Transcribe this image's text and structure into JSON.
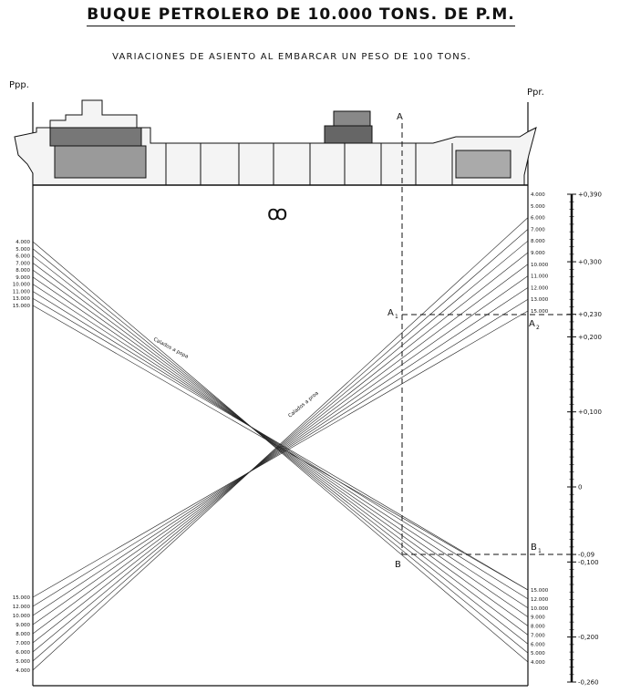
{
  "title": "BUQUE PETROLERO DE 10.000 TONS. DE P.M.",
  "subtitle": "VARIACIONES DE ASIENTO AL EMBARCAR UN PESO DE 100 TONS.",
  "perpendiculars": {
    "aft": "Ppp.",
    "fwd": "Ppr."
  },
  "points": {
    "A": "A",
    "A1": "A",
    "A1_sub": "1",
    "A2": "A",
    "A2_sub": "2",
    "B": "B",
    "B1": "B",
    "B1_sub": "1"
  },
  "line_labels": {
    "aft": "Calados a popa",
    "fwd": "Calados a proa"
  },
  "symbol": "ꝏ",
  "left_top_drafts": [
    "4.000",
    "5.000",
    "6.000",
    "7.000",
    "8.000",
    "9.000",
    "10.000",
    "11.000",
    "13.000",
    "15.000"
  ],
  "right_top_drafts": [
    "4.000",
    "5.000",
    "6.000",
    "7.000",
    "8.000",
    "9.000",
    "10.000",
    "11.000",
    "12.000",
    "13.000",
    "15.000"
  ],
  "left_bottom_drafts": [
    "15.000",
    "12.000",
    "10.000",
    "9.000",
    "8.000",
    "7.000",
    "6.000",
    "5.000",
    "4.000"
  ],
  "right_bottom_drafts": [
    "15.000",
    "12.000",
    "10.000",
    "9.000",
    "8.000",
    "7.000",
    "6.000",
    "5.000",
    "4.000"
  ],
  "scale": {
    "min": -0.26,
    "max": 0.39,
    "ticks": [
      {
        "v": 0.39,
        "label": "+0,390"
      },
      {
        "v": 0.3,
        "label": "+0,300"
      },
      {
        "v": 0.23,
        "label": "+0,230"
      },
      {
        "v": 0.2,
        "label": "+0,200"
      },
      {
        "v": 0.1,
        "label": "+0,100"
      },
      {
        "v": 0.0,
        "label": "0"
      },
      {
        "v": -0.09,
        "label": "-0,09"
      },
      {
        "v": -0.1,
        "label": "-0,100"
      },
      {
        "v": -0.2,
        "label": "-0,200"
      },
      {
        "v": -0.26,
        "label": "-0,260"
      }
    ]
  }
}
